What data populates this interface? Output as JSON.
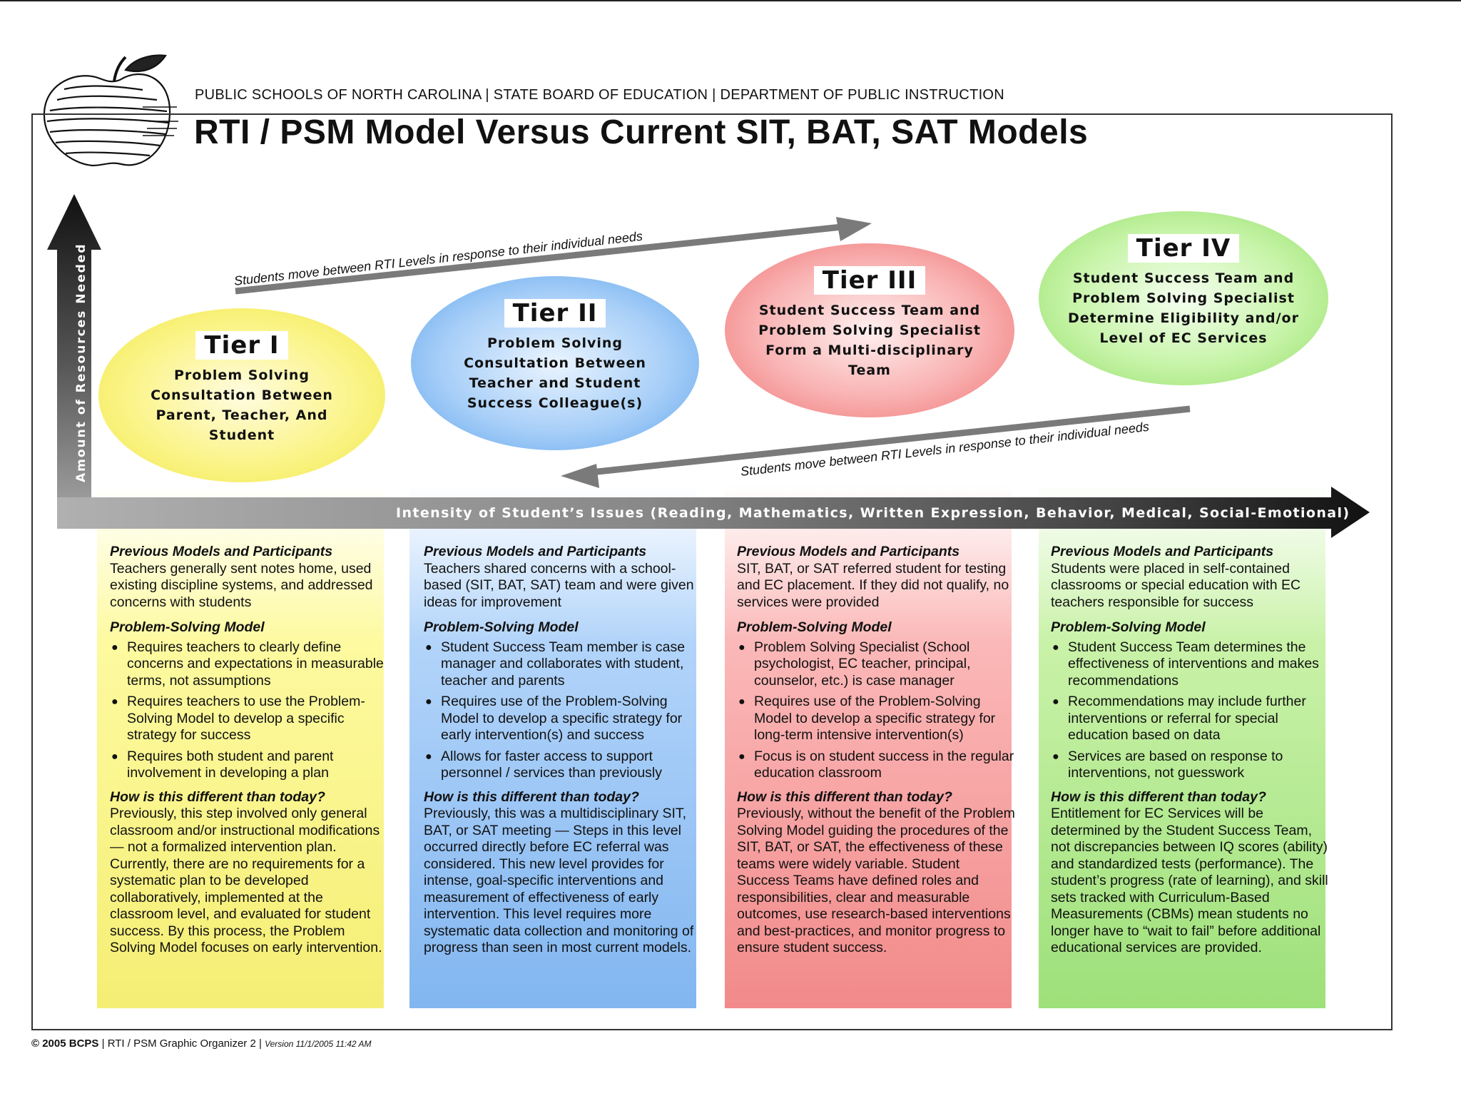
{
  "header": {
    "org_line": "PUBLIC SCHOOLS OF NORTH CAROLINA | STATE BOARD OF EDUCATION | DEPARTMENT OF PUBLIC INSTRUCTION",
    "title": "RTI / PSM Model Versus Current SIT, BAT, SAT Models"
  },
  "axes": {
    "y_label": "Amount of Resources Needed",
    "x_label": "Intensity of Student’s Issues (Reading, Mathematics, Written Expression, Behavior, Medical, Social-Emotional)"
  },
  "movement_labels": {
    "upper": "Students move between RTI Levels in response to their individual needs",
    "lower": "Students move between RTI Levels in response to their individual needs"
  },
  "colors": {
    "tier1": "#f5ee74",
    "tier2": "#82b6f0",
    "tier3": "#f28a8a",
    "tier4": "#9ee07a"
  },
  "tiers": [
    {
      "name": "Tier I",
      "description": "Problem Solving Consultation Between Parent, Teacher, And Student",
      "previous_title": "Previous Models and Participants",
      "previous_text": "Teachers generally sent notes home, used existing discipline systems, and addressed concerns with students",
      "psm_title": "Problem-Solving Model",
      "psm_bullets": [
        "Requires teachers to clearly define concerns and expectations in measurable terms, not assumptions",
        "Requires teachers to use the Problem-Solving Model to develop a specific strategy for success",
        "Requires both student and parent involvement in developing a plan"
      ],
      "diff_title": "How is this different than today?",
      "diff_text": "Previously, this step involved only general classroom and/or instructional modifications — not a formalized intervention plan. Currently, there are no requirements for a systematic plan to be developed collaboratively, implemented at the classroom level, and evaluated for student success. By this process, the Problem Solving Model focuses on early intervention."
    },
    {
      "name": "Tier II",
      "description": "Problem Solving Consultation Between Teacher and Student Success Colleague(s)",
      "previous_title": "Previous Models and Participants",
      "previous_text": "Teachers shared concerns with a school-based (SIT, BAT, SAT) team and were given ideas for improvement",
      "psm_title": "Problem-Solving Model",
      "psm_bullets": [
        "Student Success Team member is case manager and collaborates with student, teacher and parents",
        "Requires use of the Problem-Solving Model to develop a specific strategy for early intervention(s) and success",
        "Allows for faster access to support personnel / services than previously"
      ],
      "diff_title": "How is this different than today?",
      "diff_text": "Previously, this was a multidisciplinary SIT, BAT, or SAT meeting — Steps in this level occurred directly before EC referral was considered. This new level provides for intense, goal-specific interventions and measurement of effectiveness of early intervention. This level requires more systematic data collection and monitoring of progress than seen in most current models."
    },
    {
      "name": "Tier III",
      "description": "Student Success Team and Problem Solving Specialist Form a Multi-disciplinary Team",
      "previous_title": "Previous Models and Participants",
      "previous_text": "SIT, BAT, or SAT referred student for testing and EC placement. If they did not qualify, no services were provided",
      "psm_title": "Problem-Solving Model",
      "psm_bullets": [
        "Problem Solving Specialist (School psychologist, EC teacher, principal, counselor, etc.) is case manager",
        "Requires use of the Problem-Solving Model to develop a specific strategy for long-term intensive intervention(s)",
        "Focus is on student success in the regular education classroom"
      ],
      "diff_title": "How is this different than today?",
      "diff_text": "Previously, without the benefit of the Problem Solving Model guiding the procedures of the SIT, BAT, or SAT, the effectiveness of these teams were widely variable. Student Success Teams have defined roles and responsibilities, clear and measurable outcomes, use research-based interventions and best-practices, and monitor progress to ensure student success."
    },
    {
      "name": "Tier IV",
      "description": "Student Success Team and Problem Solving Specialist Determine Eligibility and/or Level of EC Services",
      "previous_title": "Previous Models and Participants",
      "previous_text": "Students were placed in self-contained classrooms or special education with EC teachers responsible for success",
      "psm_title": "Problem-Solving Model",
      "psm_bullets": [
        "Student Success Team determines the effectiveness of interventions and makes recommendations",
        "Recommendations may include further interventions or referral for special education based on data",
        "Services are based on response to interventions, not guesswork"
      ],
      "diff_title": "How is this different than today?",
      "diff_text": "Entitlement for EC Services will be determined by the Student Success Team, not discrepancies between IQ scores (ability) and standardized tests (performance). The student’s progress (rate of learning), and skill sets tracked with Curriculum-Based Measurements (CBMs) mean students no longer have to “wait to fail” before additional educational services are provided."
    }
  ],
  "footer": {
    "copyright": "© 2005 BCPS",
    "organizer": "RTI / PSM Graphic Organizer 2",
    "version": "Version 11/1/2005 11:42 AM"
  },
  "icons": {
    "logo": "apple-icon"
  }
}
